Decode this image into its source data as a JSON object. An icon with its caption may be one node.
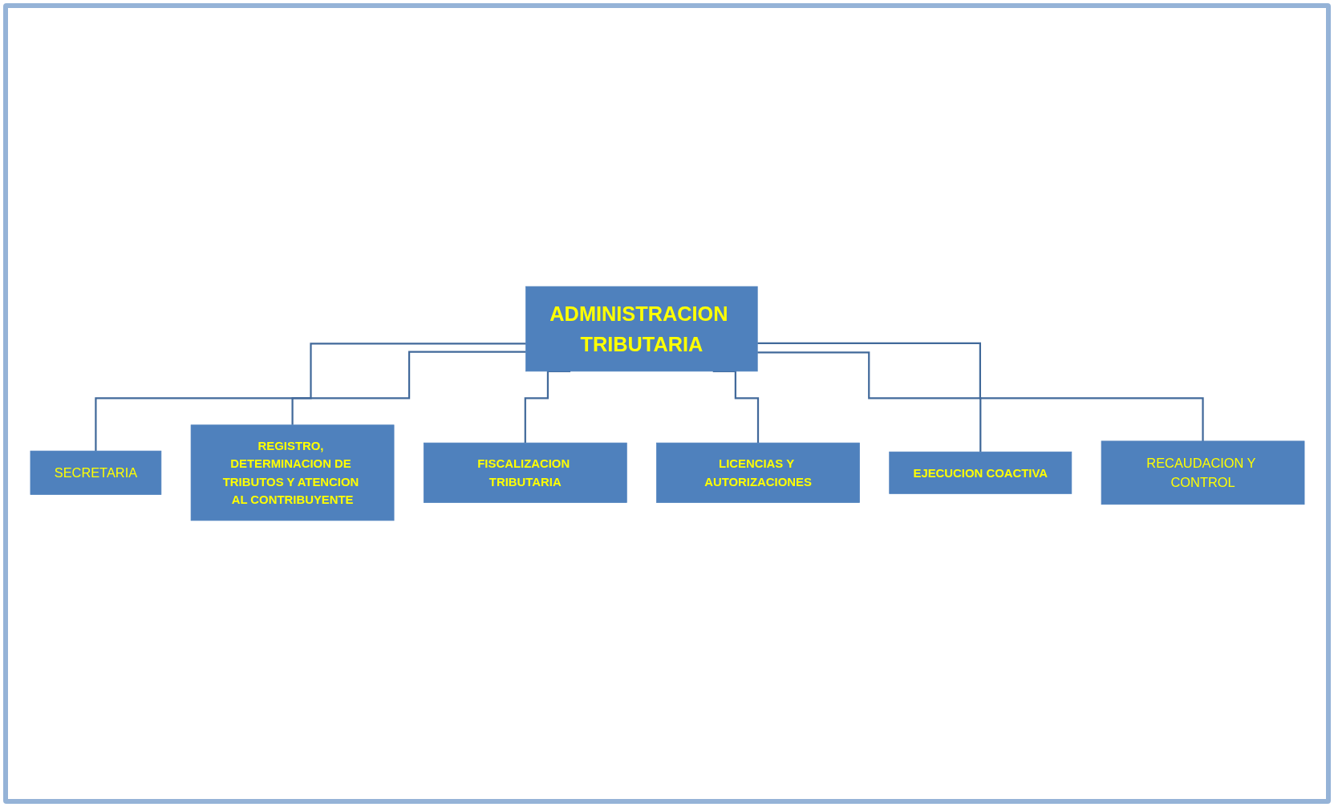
{
  "diagram": {
    "nodes": [
      {
        "text": [
          "ADMINISTRACION TRIBUTARIA"
        ]
      },
      {
        "text": [
          "SECRETARIA"
        ]
      },
      {
        "text": [
          "REGISTRO, DETERMINACION DE TRIBUTOS Y ATENCION AL CONTRIBUYENTE"
        ]
      },
      {
        "text": [
          "FISCALIZACION TRIBUTARIA"
        ]
      },
      {
        "text": [
          "LICENCIAS Y AUTORIZACIONES"
        ]
      },
      {
        "text": [
          "EJECUCION COACTIVA"
        ]
      },
      {
        "text": [
          "RECAUDACION Y CONTROL"
        ]
      }
    ],
    "edges": [
      {
        "from": 0,
        "to": 1,
        "arrow": "none"
      },
      {
        "from": 0,
        "to": 2,
        "arrow": "none"
      },
      {
        "from": 0,
        "to": 3,
        "arrow": "none"
      },
      {
        "from": 0,
        "to": 4,
        "arrow": "none"
      },
      {
        "from": 0,
        "to": 5,
        "arrow": "none"
      },
      {
        "from": 0,
        "to": 6,
        "arrow": "none"
      }
    ]
  }
}
